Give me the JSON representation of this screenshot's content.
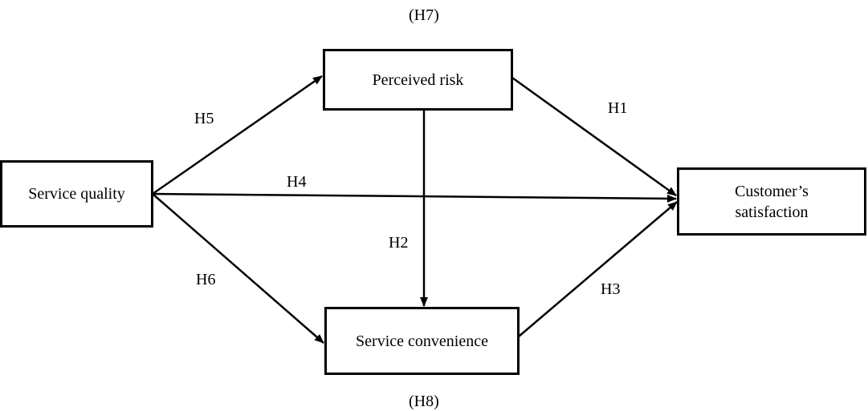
{
  "nodes": {
    "service_quality": "Service quality",
    "perceived_risk": "Perceived risk",
    "service_convenience": "Service convenience",
    "customer_satisfaction_line1": "Customer’s",
    "customer_satisfaction_line2": "satisfaction"
  },
  "paths": {
    "h1": "H1",
    "h2": "H2",
    "h3": "H3",
    "h4": "H4",
    "h5": "H5",
    "h6": "H6"
  },
  "mediation": {
    "h7": "(H7)",
    "h8": "(H8)"
  }
}
